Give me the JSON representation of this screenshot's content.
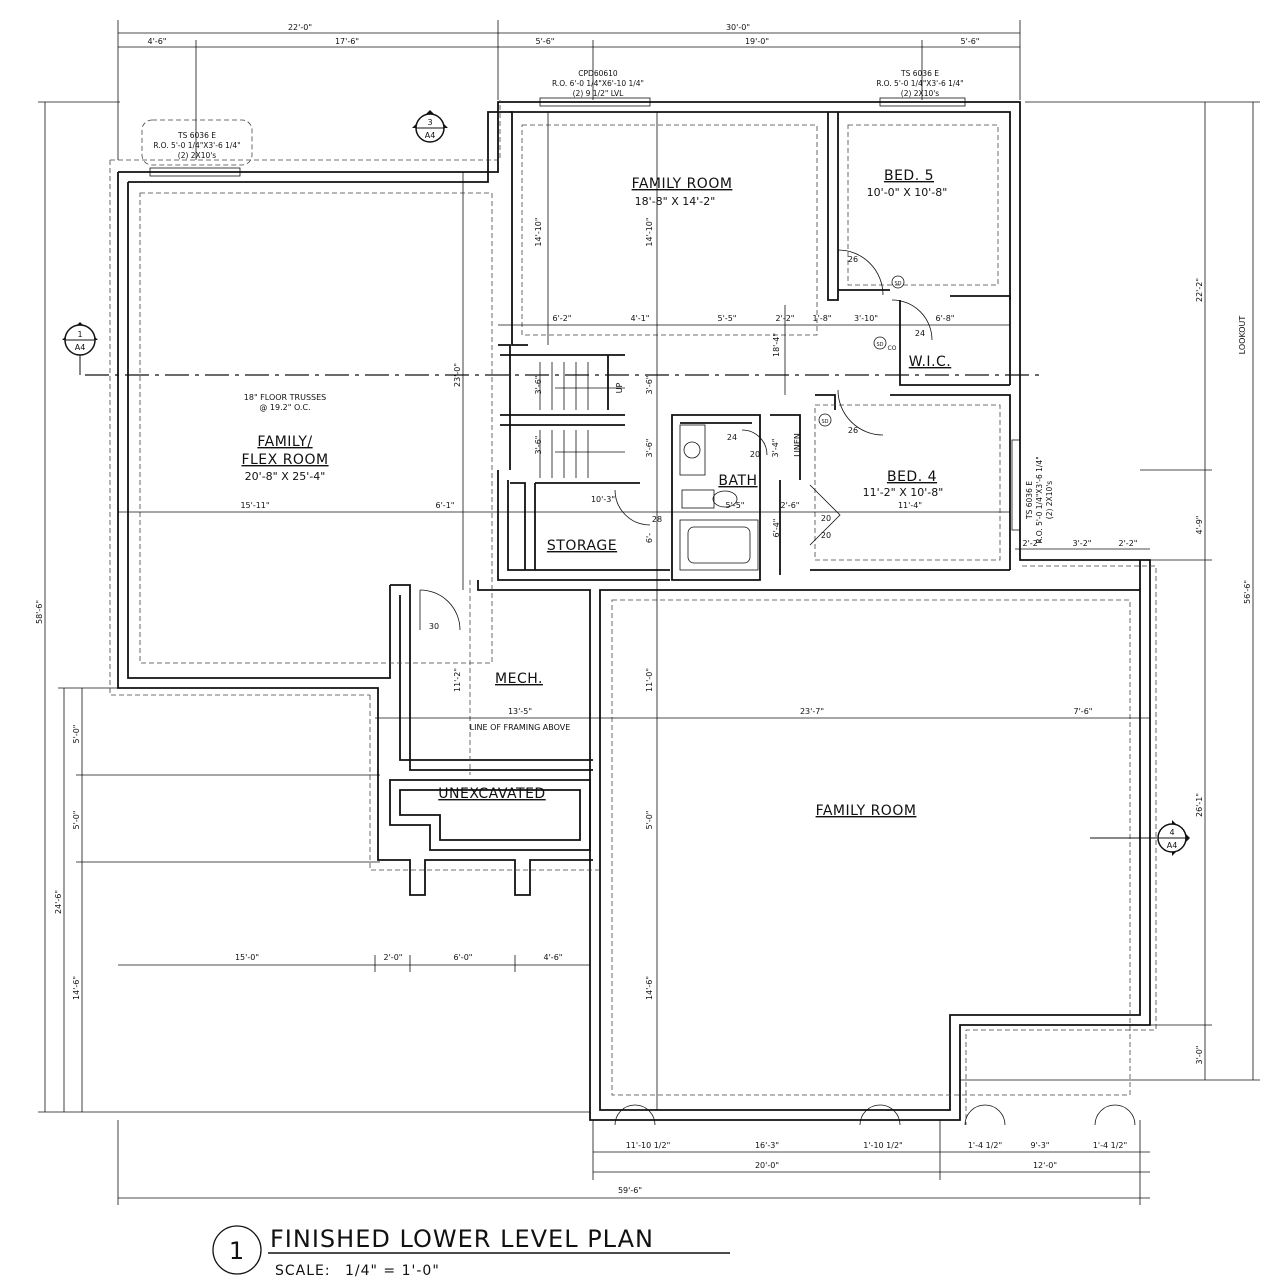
{
  "title": "FINISHED LOWER LEVEL PLAN",
  "scale_label": "SCALE:",
  "scale_value": "1/4\" = 1'-0\"",
  "drawing_number": "1",
  "rooms": {
    "flex_name1": "FAMILY/",
    "flex_name2": "FLEX ROOM",
    "flex_size": "20'-8\" X 25'-4\"",
    "family_top": "FAMILY ROOM",
    "family_top_size": "18'-8\" X 14'-2\"",
    "bed5": "BED. 5",
    "bed5_size": "10'-0\" X 10'-8\"",
    "bed4": "BED. 4",
    "bed4_size": "11'-2\" X 10'-8\"",
    "wic": "W.I.C.",
    "bath": "BATH",
    "storage": "STORAGE",
    "mech": "MECH.",
    "unexcavated": "UNEXCAVATED",
    "family_main": "FAMILY ROOM",
    "linen": "LINEN",
    "lookout": "LOOKOUT"
  },
  "notes": {
    "trusses1": "18\" FLOOR TRUSSES",
    "trusses2": "@ 19.2\" O.C.",
    "framing": "LINE OF FRAMING ABOVE"
  },
  "windows": {
    "w1_a": "CPD60610",
    "w1_b": "R.O. 6'-0 1/4\"X6'-10 1/4\"",
    "w1_c": "(2) 9 1/2\" LVL",
    "w2_a": "TS 6036 E",
    "w2_b": "R.O. 5'-0 1/4\"X3'-6 1/4\"",
    "w2_c": "(2) 2X10's",
    "w3_a": "TS 6036 E",
    "w3_b": "R.O. 5'-0 1/4\"X3'-6 1/4\"",
    "w3_c": "(2) 2X10's",
    "w4_a": "TS 6036 E",
    "w4_b": "R.O. 5'-0 1/4\"X3'-6 1/4\"",
    "w4_c": "(2) 2X10's"
  },
  "section_marks": {
    "s_left_num": "1",
    "s_left_sheet": "A4",
    "s_top_num": "3",
    "s_top_sheet": "A4",
    "s_right_num": "4",
    "s_right_sheet": "A4"
  },
  "dims": {
    "top_22": "22'-0\"",
    "top_30": "30'-0\"",
    "top_4_6": "4'-6\"",
    "top_17_6": "17'-6\"",
    "top_5_6a": "5'-6\"",
    "top_19": "19'-0\"",
    "top_5_6b": "5'-6\"",
    "left_58_6": "58'-6\"",
    "left_24_6": "24'-6\"",
    "left_5a": "5'-0\"",
    "left_5b": "5'-0\"",
    "left_14_6": "14'-6\"",
    "right_22_2": "22'-2\"",
    "right_56_6": "56'-6\"",
    "right_4_9": "4'-9\"",
    "right_26_1": "26'-1\"",
    "right_3": "3'-0\"",
    "int_6_2": "6'-2\"",
    "int_4_1": "4'-1\"",
    "int_5_5": "5'-5\"",
    "int_2_2": "2'-2\"",
    "int_1_8": "1'-8\"",
    "int_3_10": "3'-10\"",
    "int_6_8": "6'-8\"",
    "int_14_10a": "14'-10\"",
    "int_14_10b": "14'-10\"",
    "int_18_4": "18'-4\"",
    "int_23": "23'-0\"",
    "int_3_6a": "3'-6\"",
    "int_3_6b": "3'-6\"",
    "int_3_6c": "3'-6\"",
    "int_3_6d": "3'-6\"",
    "int_3_4": "3'-4\"",
    "int_15_11": "15'-11\"",
    "int_6_1": "6'-1\"",
    "int_10_3": "10'-3\"",
    "int_5_5b": "5'-5\"",
    "int_2_6": "2'-6\"",
    "int_11_4": "11'-4\"",
    "int_6_4": "6'-4\"",
    "int_6_x": "6'-",
    "int_2_2b": "2'-2\"",
    "int_3_2": "3'-2\"",
    "int_2_2c": "2'-2\"",
    "int_11_2": "11'-2\"",
    "int_11": "11'-0\"",
    "int_13_5": "13'-5\"",
    "int_23_7": "23'-7\"",
    "int_7_6": "7'-6\"",
    "int_5": "5'-0\"",
    "int_14_6": "14'-6\"",
    "bot_15": "15'-0\"",
    "bot_2": "2'-0\"",
    "bot_6": "6'-0\"",
    "bot_4_6": "4'-6\"",
    "bot_11_10": "11'-10 1/2\"",
    "bot_16_3": "16'-3\"",
    "bot_1_10": "1'-10 1/2\"",
    "bot_1_4a": "1'-4 1/2\"",
    "bot_9_3": "9'-3\"",
    "bot_1_4b": "1'-4 1/2\"",
    "bot_20": "20'-0\"",
    "bot_12": "12'-0\"",
    "bot_59_6": "59'-6\""
  },
  "doors": {
    "d1": "26",
    "d2": "24",
    "d3": "26",
    "d4": "24",
    "d5": "20",
    "d6": "20",
    "d7": "20",
    "d8": "28",
    "d9": "30"
  },
  "equip": {
    "sd1": "SD",
    "sd2": "SD",
    "sd3": "SD",
    "co": "CO",
    "up": "UP"
  }
}
